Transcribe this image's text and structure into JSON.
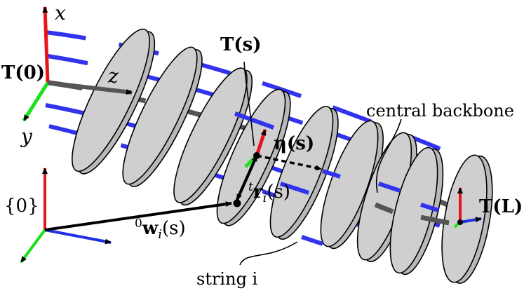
{
  "labels": {
    "x_axis": "x",
    "z_axis": "z",
    "y_axis": "y",
    "T0": "T(0)",
    "Ts": "T(s)",
    "TL": "T(L)",
    "eta": "η(s)",
    "r_i": "r",
    "r_i_pre": "t",
    "r_i_sub": "i",
    "r_i_arg": "(s)",
    "w_i": "w",
    "w_i_pre": "0",
    "w_i_sub": "i",
    "w_i_arg": "(s)",
    "frame0": "{0}",
    "backbone": "central backbone",
    "string_i": "string i"
  },
  "colors": {
    "axis_x": "#e8141b",
    "axis_y": "#17e317",
    "axis_z": "#1e2fe6",
    "string": "#3333ee",
    "backbone": "#555555",
    "disk_fill": "#cfcfcf",
    "disk_stroke": "#000000"
  },
  "disk_count": 9,
  "string_count": 4
}
